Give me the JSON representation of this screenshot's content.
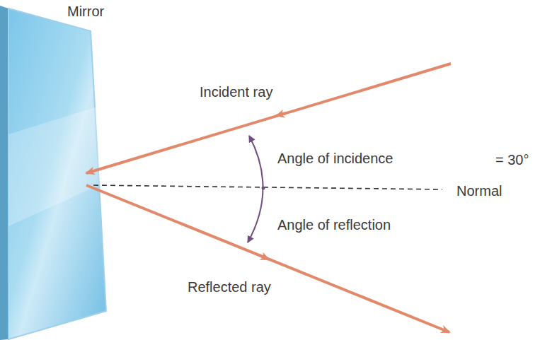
{
  "diagram": {
    "labels": [
      "Mirror",
      "Incident ray",
      "Angle of incidence",
      "= 30°",
      "Normal",
      "Angle of reflection",
      "Reflected ray"
    ]
  }
}
